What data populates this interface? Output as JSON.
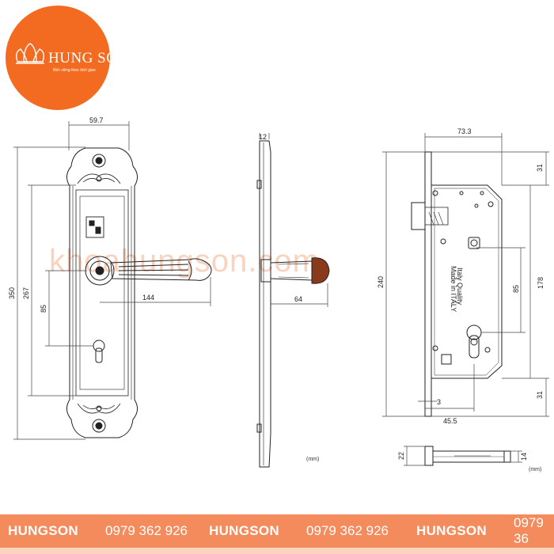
{
  "logo": {
    "name": "HUNG SON",
    "tagline": "Bền vững theo thời gian",
    "color": "#f36b21"
  },
  "watermark": {
    "text": "khoahungson.com"
  },
  "handle_front": {
    "dim_width": "59.7",
    "dim_height": "350",
    "dim_267": "267",
    "dim_85": "85",
    "dim_lever": "144"
  },
  "handle_side": {
    "dim_thickness": "12",
    "dim_projection": "64",
    "unit": "(mm)"
  },
  "lock_body": {
    "dim_width": "73.3",
    "dim_top": "31",
    "dim_height": "240",
    "dim_178": "178",
    "dim_85": "85",
    "dim_bottom": "31",
    "dim_3": "3",
    "dim_backset": "45.5",
    "engraving_1": "Made in ITALY",
    "engraving_2": "Italy Quality"
  },
  "bolt": {
    "dim_22": "22",
    "dim_14": "14",
    "unit": "(mm)"
  },
  "footer": {
    "items": [
      {
        "brand": "HUNGSON",
        "phone": "0979 362 926"
      },
      {
        "brand": "HUNGSON",
        "phone": "0979 362 926"
      },
      {
        "brand": "HUNGSON",
        "phone": "0979 36"
      }
    ],
    "color": "#f38b5c"
  }
}
